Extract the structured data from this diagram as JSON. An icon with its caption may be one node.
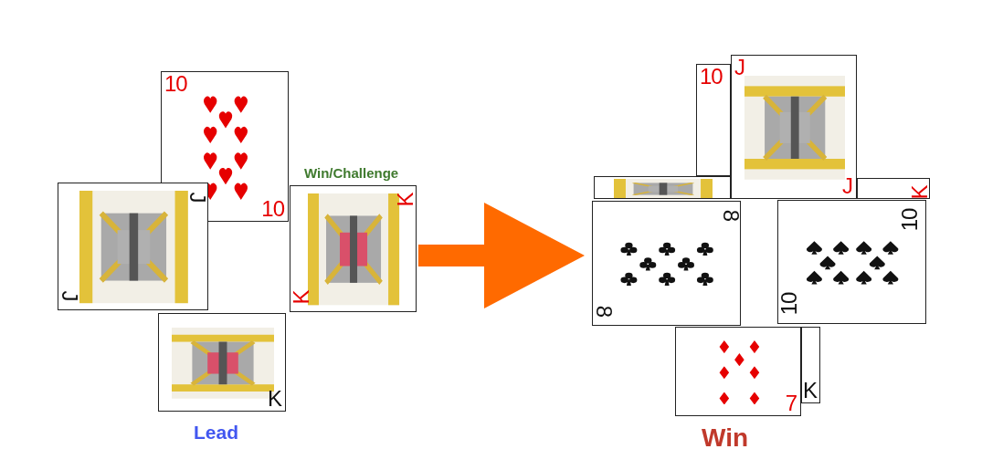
{
  "diagram": {
    "nodes": [
      {
        "text": [
          "10",
          "10"
        ]
      },
      {
        "text": [
          "J",
          "J"
        ]
      },
      {
        "text": [
          "K",
          "K"
        ],
        "beside": [
          "Win/Challenge"
        ]
      },
      {
        "text": [
          "K"
        ]
      },
      {
        "text": [
          "10"
        ]
      },
      {
        "text": [
          "J",
          "J"
        ]
      },
      {
        "text": [],
        "shape": "box"
      },
      {
        "text": [
          "K"
        ]
      },
      {
        "text": [
          "8",
          "8"
        ]
      },
      {
        "text": [
          "10",
          "10"
        ]
      },
      {
        "text": [
          "7"
        ]
      },
      {
        "text": [
          "K"
        ]
      }
    ],
    "edges": [
      {
        "from": 2,
        "to": 8,
        "arrow": "to",
        "style": "thick",
        "color": "#ff6a00"
      }
    ],
    "labels": [
      "Lead",
      "Win"
    ]
  }
}
